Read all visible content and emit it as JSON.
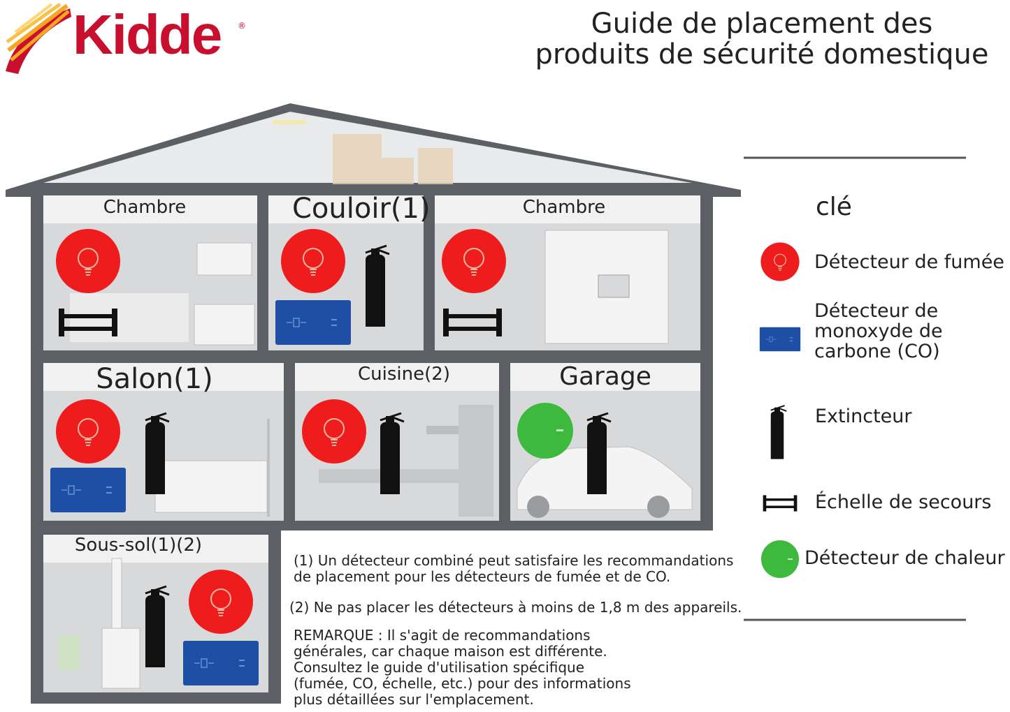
{
  "brand": {
    "name": "Kidde"
  },
  "title": {
    "line1": "Guide de placement des",
    "line2": "produits de sécurité domestique"
  },
  "colors": {
    "smoke": "#ee1c1c",
    "co": "#1d4fa5",
    "heat": "#3dba3d",
    "house": "#5c5f63",
    "logo": "#c8102e"
  },
  "rooms": {
    "chambre1": "Chambre",
    "couloir": "Couloir(1)",
    "chambre2": "Chambre",
    "salon": "Salon(1)",
    "cuisine": "Cuisine(2)",
    "garage": "Garage",
    "soussol": "Sous-sol(1)(2)"
  },
  "key": {
    "title": "clé",
    "smoke": "Détecteur de fumée",
    "co": [
      "Détecteur de",
      "monoxyde de",
      "carbone (CO)"
    ],
    "extinguisher": "Extincteur",
    "ladder": "Échelle de secours",
    "heat": "Détecteur de chaleur"
  },
  "notes": {
    "note1": [
      "(1) Un détecteur combiné peut satisfaire les recommandations",
      "de placement pour les détecteurs de fumée et de CO."
    ],
    "note2": "(2) Ne pas placer les détecteurs à moins de 1,8 m des appareils.",
    "remark": [
      "REMARQUE : Il s'agit de recommandations",
      "générales, car chaque maison est différente.",
      "Consultez le guide d'utilisation spécifique",
      "(fumée, CO, échelle, etc.) pour des informations",
      "plus détaillées sur l'emplacement."
    ]
  },
  "icons": [
    "smoke-detector-icon",
    "co-detector-icon",
    "fire-extinguisher-icon",
    "escape-ladder-icon",
    "heat-detector-icon"
  ]
}
